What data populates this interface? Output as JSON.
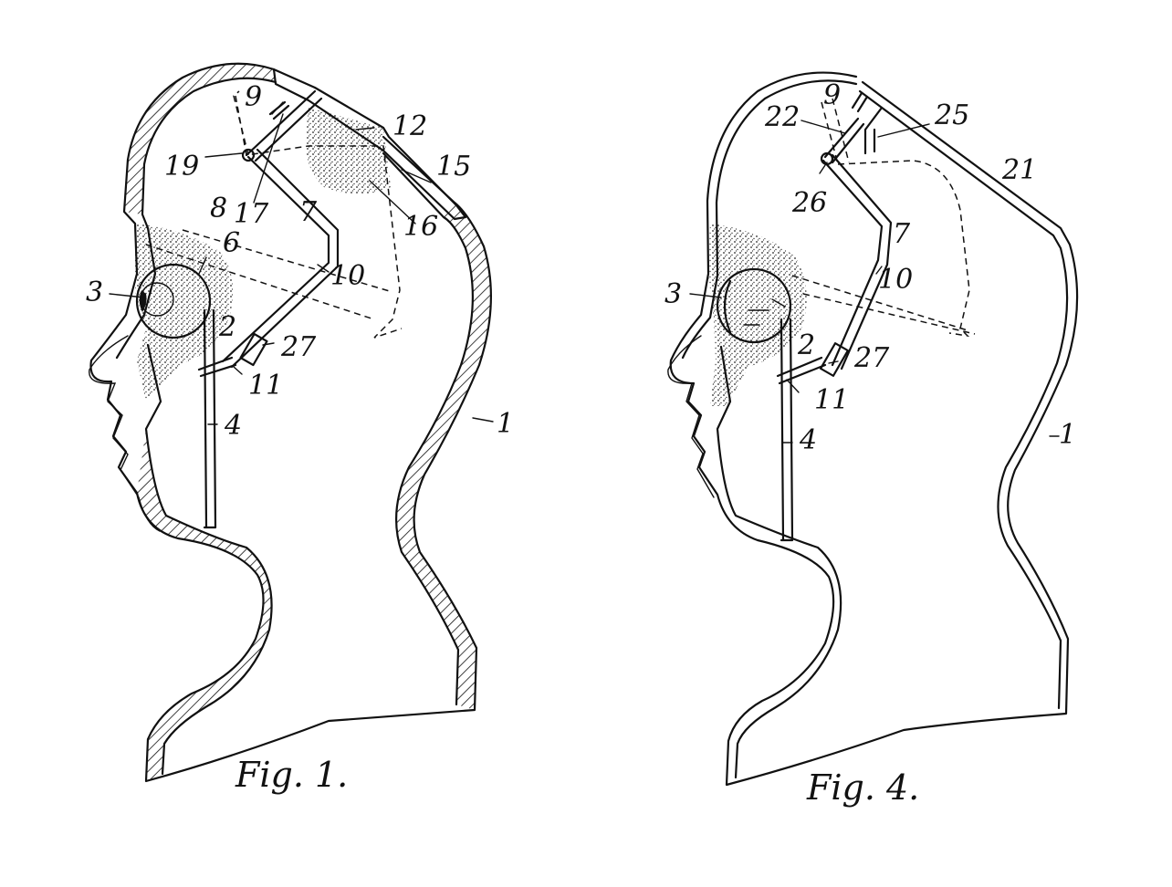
{
  "figures": [
    {
      "id": "fig1",
      "caption": "Fig. 1.",
      "labels": {
        "l1": "1",
        "l2": "2",
        "l3": "3",
        "l4": "4",
        "l6": "6",
        "l7": "7",
        "l8": "8",
        "l9": "9",
        "l10": "10",
        "l11": "11",
        "l12": "12",
        "l15": "15",
        "l16": "16",
        "l17": "17",
        "l19": "19",
        "l27": "27"
      }
    },
    {
      "id": "fig4",
      "caption": "Fig. 4.",
      "labels": {
        "l1": "1",
        "l2": "2",
        "l3": "3",
        "l4": "4",
        "l7": "7",
        "l9": "9",
        "l10": "10",
        "l11": "11",
        "l21": "21",
        "l22": "22",
        "l25": "25",
        "l26": "26",
        "l27": "27"
      }
    }
  ],
  "colors": {
    "ink": "#111111",
    "paper": "#ffffff"
  }
}
